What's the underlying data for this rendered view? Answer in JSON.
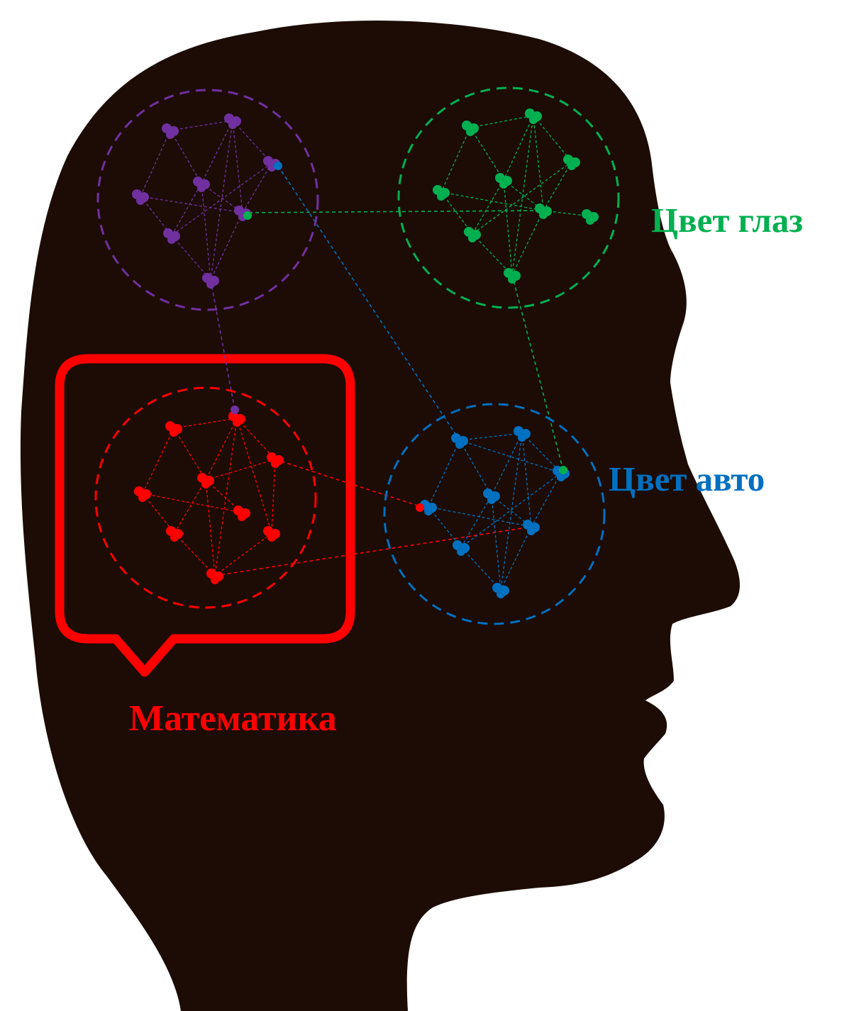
{
  "labels": {
    "eye_color": "Цвет глаз",
    "car_color": "Цвет авто",
    "math": "Математика"
  },
  "colors": {
    "background": "#ffffff",
    "head": "#1c0c05",
    "purple": "#7030a0",
    "green": "#00b050",
    "blue": "#0070c0",
    "red": "#ff0000",
    "eye_label": "#00b050",
    "car_label": "#0070c0",
    "math_label": "#ff0000"
  },
  "clusters": [
    "purple",
    "green",
    "blue",
    "red"
  ],
  "highlight": "red",
  "icons": {
    "head": "human-head-silhouette-icon",
    "callout": "speech-bubble-icon"
  }
}
